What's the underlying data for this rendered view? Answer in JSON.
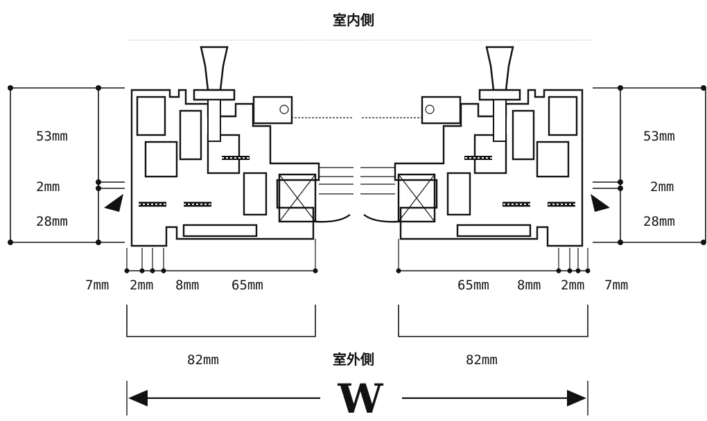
{
  "labels": {
    "indoor_side": "室内側",
    "outdoor_side": "室外側",
    "width_symbol": "W",
    "left": {
      "h53": "53mm",
      "h2": "2mm",
      "h28": "28mm",
      "w7": "7mm",
      "w2": "2mm",
      "w8": "8mm",
      "w65": "65mm",
      "total": "82mm"
    },
    "right": {
      "h53": "53mm",
      "h2": "2mm",
      "h28": "28mm",
      "w65": "65mm",
      "w8": "8mm",
      "w2": "2mm",
      "w7": "7mm",
      "total": "82mm"
    }
  },
  "colors": {
    "ink": "#111111",
    "background": "#ffffff"
  },
  "icons": [
    "window-handle-icon",
    "screw-icon",
    "glazing-cross-icon",
    "pointer-arrow-icon",
    "dimension-dot-icon"
  ]
}
